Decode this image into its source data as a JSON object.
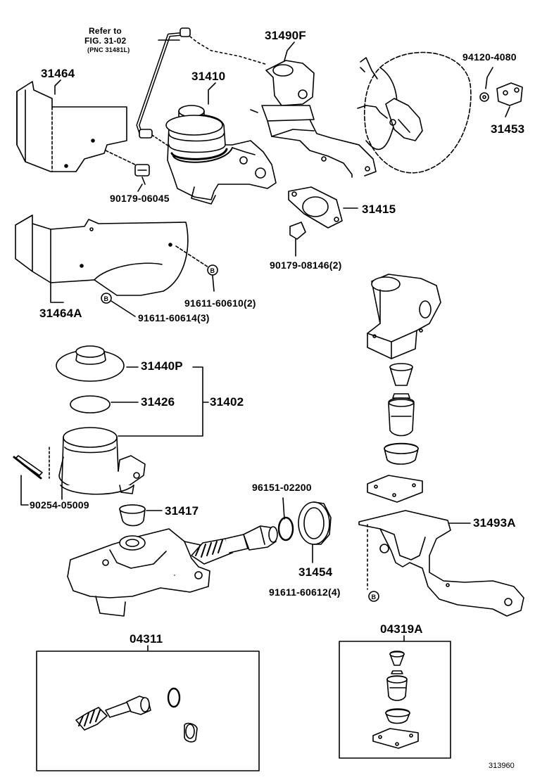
{
  "reference": {
    "line1": "Refer to",
    "line2": "FIG. 31-02",
    "line3": "(PNC 31481L)"
  },
  "parts": {
    "p31490F": "31490F",
    "p94120": "94120-4080",
    "p31464": "31464",
    "p31410": "31410",
    "p31453": "31453",
    "p90179_06045": "90179-06045",
    "p31415": "31415",
    "p90179_08146": "90179-08146(2)",
    "p91611_60610": "91611-60610(2)",
    "p31464A": "31464A",
    "p91611_60614": "91611-60614(3)",
    "p31440P": "31440P",
    "p31426": "31426",
    "p31402": "31402",
    "p90254": "90254-05009",
    "p31417": "31417",
    "p96151": "96151-02200",
    "p31493A": "31493A",
    "p31454": "31454",
    "p91611_60612": "91611-60612(4)",
    "p04311": "04311",
    "p04319A": "04319A"
  },
  "figure_number": "313960"
}
